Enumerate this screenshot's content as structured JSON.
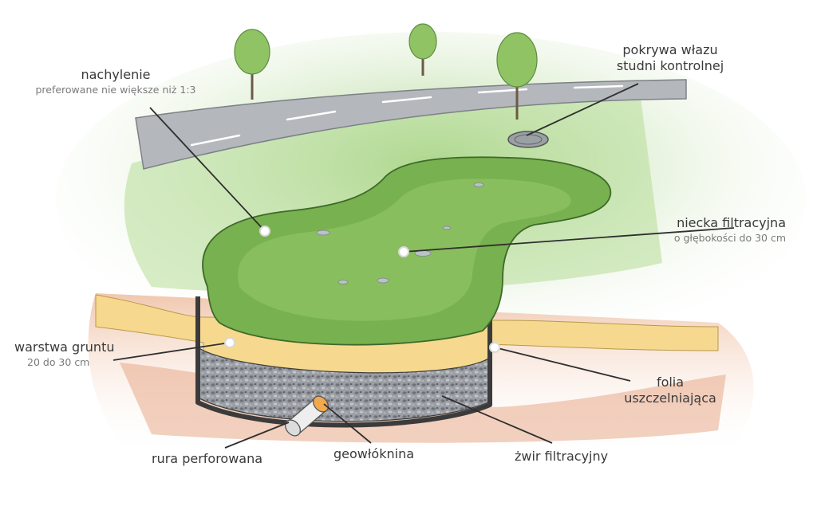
{
  "labels": {
    "nachylenie": {
      "title": "nachylenie",
      "subtitle": "preferowane nie większe niż 1:3"
    },
    "pokrywa": {
      "line1": "pokrywa włazu",
      "line2": "studni kontrolnej"
    },
    "niecka": {
      "title": "niecka filtracyjna",
      "subtitle": "o głębokości do 30 cm"
    },
    "warstwa": {
      "title": "warstwa gruntu",
      "subtitle": "20 do 30 cm"
    },
    "folia": {
      "line1": "folia",
      "line2": "uszczelniająca"
    },
    "rura": {
      "title": "rura perforowana"
    },
    "geowloknina": {
      "title": "geowłóknina"
    },
    "zwir": {
      "title": "żwir filtracyjny"
    }
  },
  "colors": {
    "grass": "#8cc46a",
    "basin": "#78b14f",
    "road": "#b4b8bc",
    "soil": "#f6d98e",
    "gravel": "#8f9399",
    "earth": "#e8a98a",
    "leader": "#2f2f2f"
  }
}
